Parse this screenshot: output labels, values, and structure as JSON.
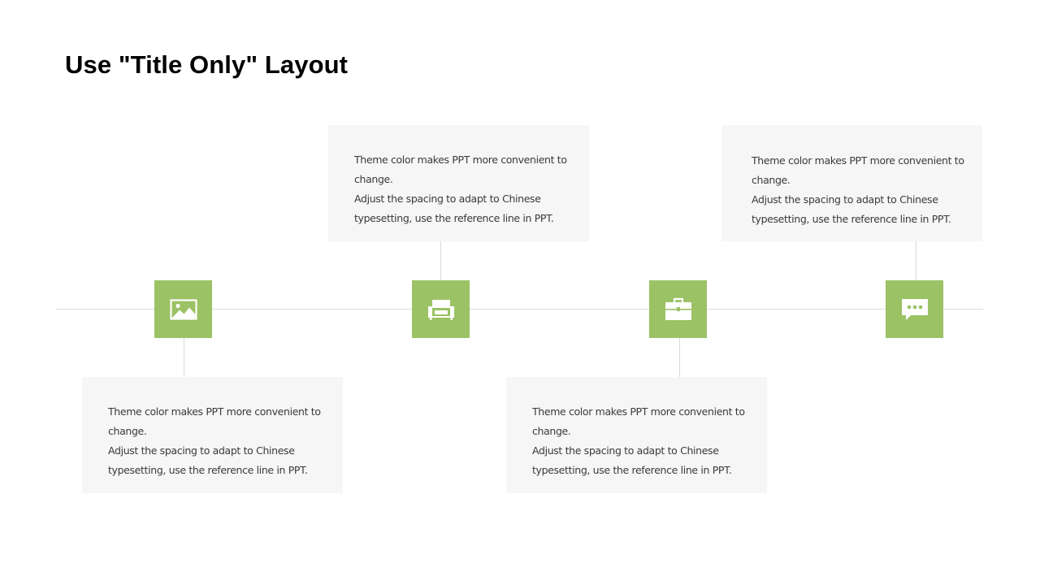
{
  "title": "Use \"Title Only\" Layout",
  "accent_color": "#9bc264",
  "line_color": "#d9d9d9",
  "card_color": "#f6f6f6",
  "nodes": [
    {
      "icon": "picture-icon"
    },
    {
      "icon": "armchair-icon"
    },
    {
      "icon": "briefcase-icon"
    },
    {
      "icon": "chat-bubble-icon"
    }
  ],
  "cards": [
    {
      "para1": "Theme color makes PPT more convenient to change.",
      "para2": "Adjust the spacing to adapt to Chinese typesetting, use the reference line in PPT."
    },
    {
      "para1": "Theme color makes PPT more convenient to change.",
      "para2": "Adjust the spacing to adapt to Chinese typesetting, use the reference line in PPT."
    },
    {
      "para1": "Theme color makes PPT more convenient to change.",
      "para2": "Adjust the spacing to adapt to Chinese typesetting, use the reference line in PPT."
    },
    {
      "para1": "Theme color makes PPT more convenient to change.",
      "para2": "Adjust the spacing to adapt to Chinese typesetting, use the reference line in PPT."
    }
  ]
}
